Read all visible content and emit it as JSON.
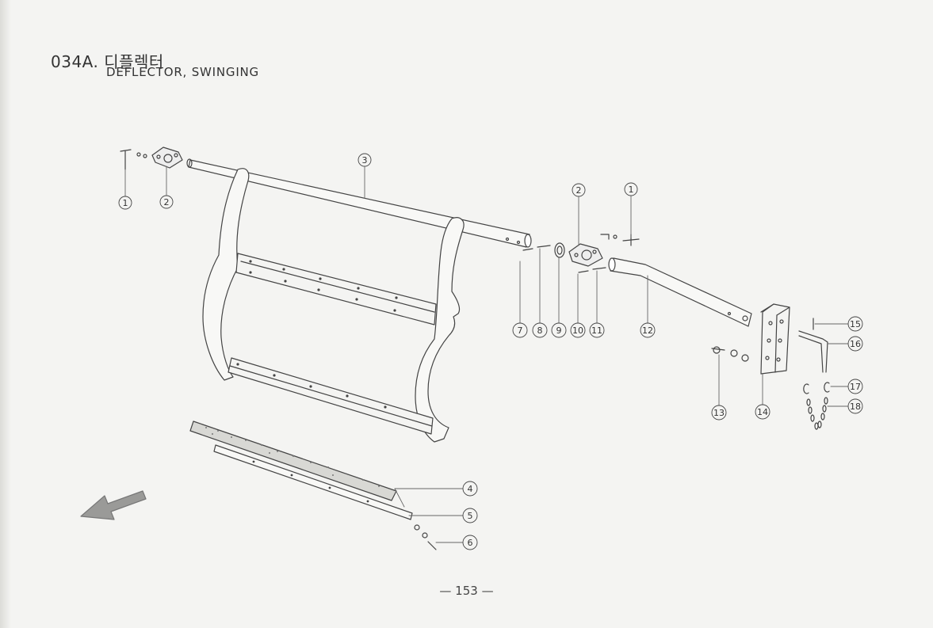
{
  "header": {
    "section_code": "034A.",
    "title_ko": "디플렉터",
    "title_en": "DEFLECTOR, SWINGING"
  },
  "callouts": [
    {
      "id": "c1a",
      "label": "1"
    },
    {
      "id": "c2a",
      "label": "2"
    },
    {
      "id": "c3",
      "label": "3"
    },
    {
      "id": "c2b",
      "label": "2"
    },
    {
      "id": "c1b",
      "label": "1"
    },
    {
      "id": "c7",
      "label": "7"
    },
    {
      "id": "c8",
      "label": "8"
    },
    {
      "id": "c9",
      "label": "9"
    },
    {
      "id": "c10",
      "label": "10"
    },
    {
      "id": "c11",
      "label": "11"
    },
    {
      "id": "c12",
      "label": "12"
    },
    {
      "id": "c13",
      "label": "13"
    },
    {
      "id": "c14",
      "label": "14"
    },
    {
      "id": "c15",
      "label": "15"
    },
    {
      "id": "c16",
      "label": "16"
    },
    {
      "id": "c17",
      "label": "17"
    },
    {
      "id": "c18",
      "label": "18"
    },
    {
      "id": "c4",
      "label": "4"
    },
    {
      "id": "c5",
      "label": "5"
    },
    {
      "id": "c6",
      "label": "6"
    }
  ],
  "footer": {
    "page_number": "— 153 —"
  }
}
